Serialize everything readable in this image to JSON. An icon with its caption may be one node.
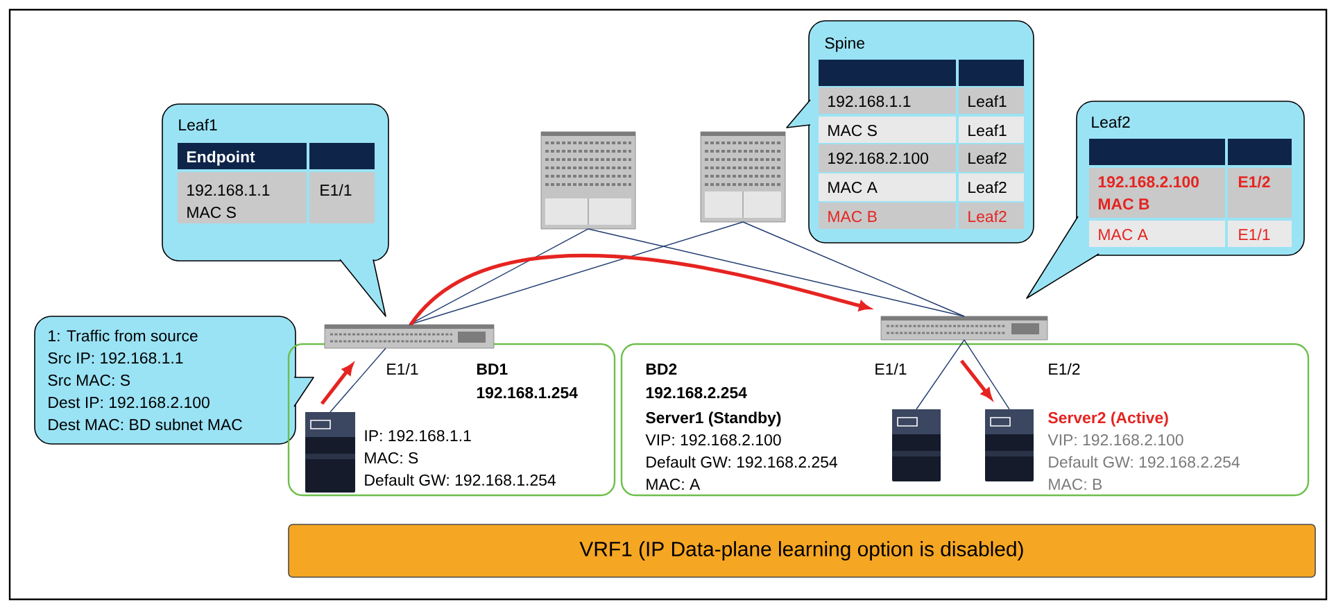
{
  "diagram": {
    "nodes": [
      {
        "text": [
          "Leaf1",
          "Endpoint",
          "192.168.1.1",
          "MAC S",
          "E1/1"
        ]
      },
      {
        "text": [
          "Spine",
          "192.168.1.1",
          "Leaf1",
          "MAC S",
          "Leaf1",
          "192.168.2.100",
          "Leaf2",
          "MAC A",
          "Leaf2",
          "MAC B",
          "Leaf2"
        ]
      },
      {
        "text": [
          "Leaf2",
          "192.168.2.100",
          "MAC B",
          "E1/2",
          "MAC A",
          "E1/1"
        ]
      },
      {
        "text": [
          "1: Traffic from source",
          "Src IP: 192.168.1.1",
          "Src MAC: S",
          "Dest IP:  192.168.2.100",
          "Dest MAC: BD subnet MAC"
        ]
      },
      {
        "text": [
          "E1/1",
          "BD1",
          "192.168.1.254"
        ]
      },
      {
        "text": [
          "BD2",
          "192.168.2.254",
          "E1/1",
          "E1/2"
        ]
      },
      {
        "text": [],
        "shape": "picture"
      },
      {
        "text": [],
        "shape": "picture"
      },
      {
        "text": [],
        "shape": "picture"
      },
      {
        "text": [],
        "shape": "picture"
      },
      {
        "text": [],
        "shape": "picture",
        "in": 4,
        "beside": [
          "IP: 192.168.1.1",
          "MAC: S",
          "Default GW: 192.168.1.254"
        ]
      },
      {
        "text": [],
        "shape": "picture",
        "in": 5,
        "beside": [
          "Server1 (Standby)",
          "VIP: 192.168.2.100",
          "Default GW: 192.168.2.254",
          "MAC: A"
        ]
      },
      {
        "text": [],
        "shape": "picture",
        "in": 5,
        "beside": [
          "Server2 (Active)",
          "VIP: 192.168.2.100",
          "Default GW: 192.168.2.254",
          "MAC: B"
        ]
      },
      {
        "text": [
          "VRF1 (IP Data-plane learning option is disabled)"
        ]
      }
    ],
    "edges": [
      {
        "from": 6,
        "to": 8,
        "arrow": "none"
      },
      {
        "from": 6,
        "to": 9,
        "arrow": "none"
      },
      {
        "from": 7,
        "to": 8,
        "arrow": "none"
      },
      {
        "from": 7,
        "to": 9,
        "arrow": "none"
      },
      {
        "from": 8,
        "to": 10,
        "arrow": "none"
      },
      {
        "from": 9,
        "to": 11,
        "arrow": "none"
      },
      {
        "from": 9,
        "to": 12,
        "arrow": "none"
      },
      {
        "from": 8,
        "to": 9,
        "arrow": "to",
        "style": "thick",
        "color": "#e52421"
      },
      {
        "from": 10,
        "to": 8,
        "arrow": "to",
        "style": "thick",
        "color": "#e52421"
      },
      {
        "from": 9,
        "to": 12,
        "arrow": "to",
        "style": "thick",
        "color": "#e52421"
      }
    ]
  }
}
